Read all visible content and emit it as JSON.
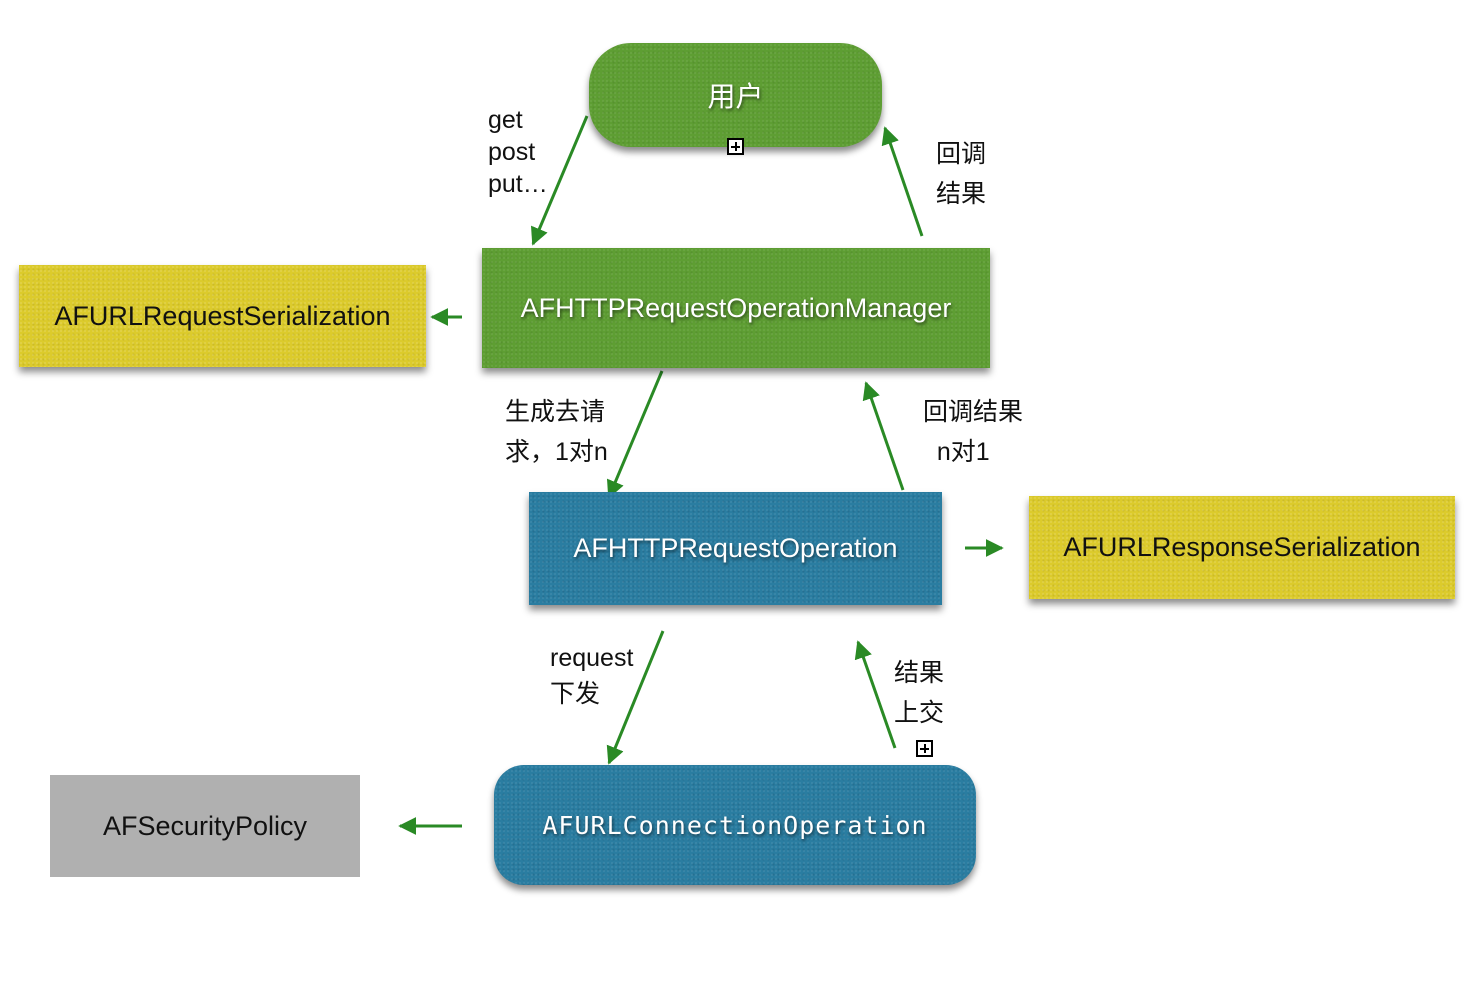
{
  "colors": {
    "arrow": "#2a8a25",
    "manager_green": "#5e9e33",
    "operation_blue": "#2a7da1",
    "serialization_yellow": "#dccb2c",
    "security_gray": "#b0b0b0"
  },
  "nodes": {
    "user": "用户",
    "manager": "AFHTTPRequestOperationManager",
    "request_serialization": "AFURLRequestSerialization",
    "request_operation": "AFHTTPRequestOperation",
    "response_serialization": "AFURLResponseSerialization",
    "connection_operation": "AFURLConnectionOperation",
    "security_policy": "AFSecurityPolicy"
  },
  "edge_labels": {
    "user_to_manager": "get\npost\nput…",
    "manager_to_user": "回调\n结果",
    "manager_to_operation": "生成去请\n求，1对n",
    "operation_to_manager": "回调结果\n  n对1",
    "operation_to_connection": "request\n下发",
    "connection_to_operation": "结果\n上交"
  },
  "edges": [
    {
      "from": "user",
      "to": "manager"
    },
    {
      "from": "manager",
      "to": "user"
    },
    {
      "from": "manager",
      "to": "request_serialization"
    },
    {
      "from": "manager",
      "to": "request_operation"
    },
    {
      "from": "request_operation",
      "to": "manager"
    },
    {
      "from": "request_operation",
      "to": "response_serialization"
    },
    {
      "from": "request_operation",
      "to": "connection_operation"
    },
    {
      "from": "connection_operation",
      "to": "request_operation"
    },
    {
      "from": "connection_operation",
      "to": "security_policy"
    }
  ]
}
